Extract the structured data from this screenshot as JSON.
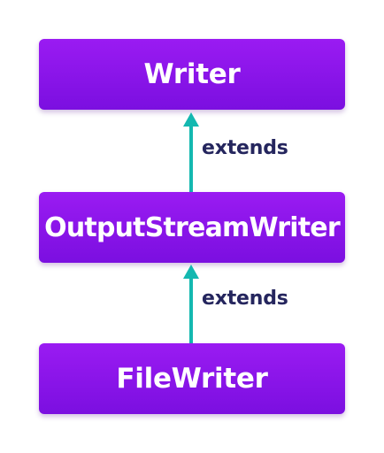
{
  "nodes": {
    "top": "Writer",
    "middle": "OutputStreamWriter",
    "bottom": "FileWriter"
  },
  "edges": {
    "upper_label": "extends",
    "lower_label": "extends"
  },
  "colors": {
    "box": "#8a14ea",
    "arrow": "#14b8b0",
    "label": "#25265e",
    "box_text": "#ffffff"
  }
}
